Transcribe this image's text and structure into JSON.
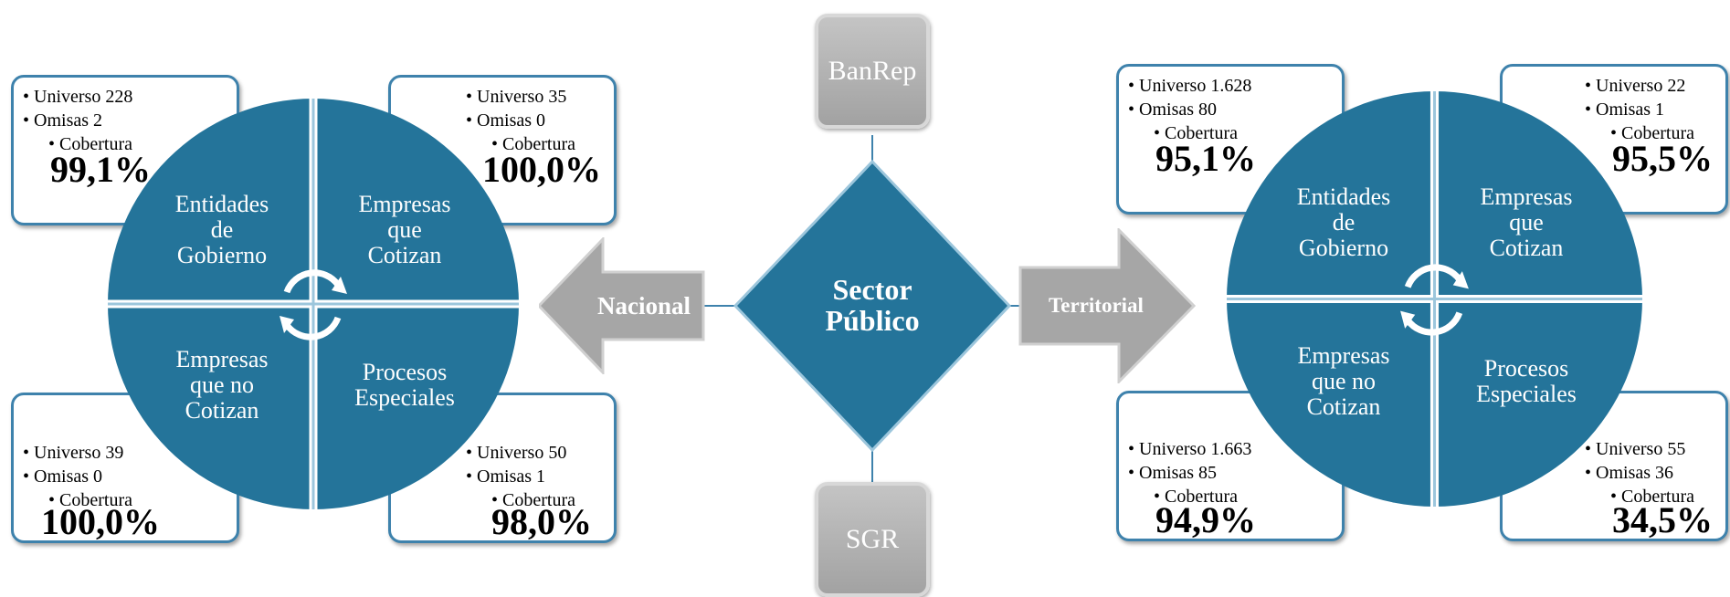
{
  "center": {
    "label_line1": "Sector",
    "label_line2": "Público",
    "top_box": "BanRep",
    "bottom_box": "SGR"
  },
  "arrows": {
    "left": "Nacional",
    "right": "Territorial"
  },
  "nacional": {
    "quadrants": {
      "tl": [
        "Entidades",
        "de",
        "Gobierno"
      ],
      "tr": [
        "Empresas",
        "que",
        "Cotizan"
      ],
      "bl": [
        "Empresas",
        "que no",
        "Cotizan"
      ],
      "br": [
        "Procesos",
        "Especiales"
      ]
    },
    "boxes": {
      "tl": {
        "universo": "Universo 228",
        "omisas": "Omisas 2",
        "cobertura": "Cobertura",
        "pct": "99,1%"
      },
      "tr": {
        "universo": "Universo 35",
        "omisas": "Omisas 0",
        "cobertura": "Cobertura",
        "pct": "100,0%"
      },
      "bl": {
        "universo": "Universo 39",
        "omisas": "Omisas 0",
        "cobertura": "Cobertura",
        "pct": "100,0%"
      },
      "br": {
        "universo": "Universo 50",
        "omisas": "Omisas 1",
        "cobertura": "Cobertura",
        "pct": "98,0%"
      }
    }
  },
  "territorial": {
    "quadrants": {
      "tl": [
        "Entidades",
        "de",
        "Gobierno"
      ],
      "tr": [
        "Empresas",
        "que",
        "Cotizan"
      ],
      "bl": [
        "Empresas",
        "que no",
        "Cotizan"
      ],
      "br": [
        "Procesos",
        "Especiales"
      ]
    },
    "boxes": {
      "tl": {
        "universo": "Universo 1.628",
        "omisas": "Omisas 80",
        "cobertura": "Cobertura",
        "pct": "95,1%"
      },
      "tr": {
        "universo": "Universo 22",
        "omisas": "Omisas 1",
        "cobertura": "Cobertura",
        "pct": "95,5%"
      },
      "bl": {
        "universo": "Universo 1.663",
        "omisas": "Omisas 85",
        "cobertura": "Cobertura",
        "pct": "94,9%"
      },
      "br": {
        "universo": "Universo 55",
        "omisas": "Omisas 36",
        "cobertura": "Cobertura",
        "pct": "34,5%"
      }
    }
  },
  "colors": {
    "wheel_fill": "#24749a",
    "box_border": "#3e82ac",
    "arrow_grey": "#a6a6a6",
    "diamond_fill": "#24749a"
  }
}
